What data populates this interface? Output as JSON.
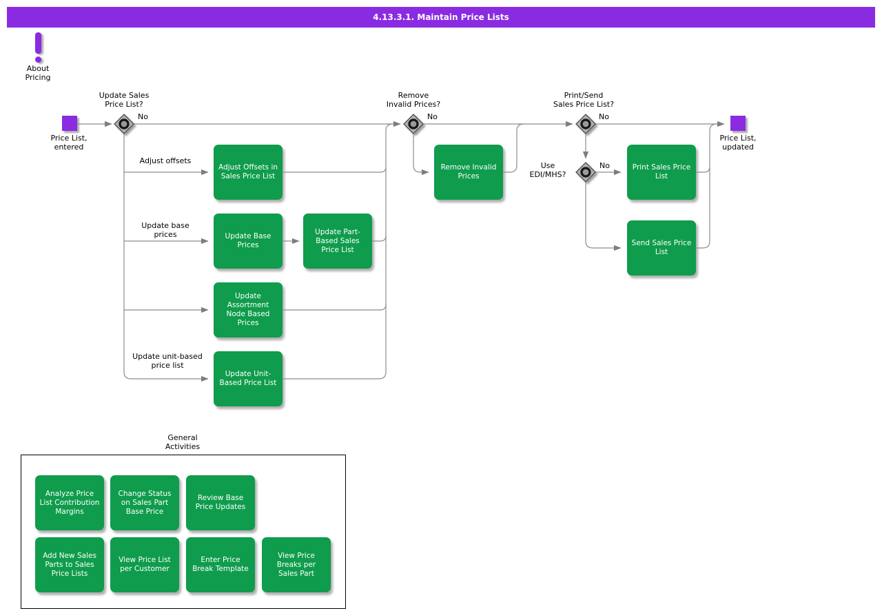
{
  "title": "4.13.3.1. Maintain Price Lists",
  "colors": {
    "purple": "#8A2BE2",
    "green": "#0F9C4C",
    "line": "#8C8C8C"
  },
  "about": {
    "label": "About\nPricing"
  },
  "nodes": {
    "start": {
      "label": "Price List,\nentered"
    },
    "end": {
      "label": "Price List,\nupdated"
    }
  },
  "decisions": [
    {
      "label": "Update Sales\nPrice List?",
      "no": "No"
    },
    {
      "label": "Remove\nInvalid Prices?",
      "no": "No"
    },
    {
      "label": "Print/Send\nSales Price List?",
      "no": "No"
    },
    {
      "label": "Use\nEDI/MHS?",
      "no": "No"
    }
  ],
  "edges": {
    "adjust_offsets": "Adjust offsets",
    "update_base": "Update base\nprices",
    "update_unit": "Update unit-based\nprice list"
  },
  "activities": {
    "adjust_offsets": "Adjust Offsets in\nSales Price List",
    "update_base": "Update Base\nPrices",
    "part_based": "Update Part-\nBased Sales\nPrice List",
    "assortment": "Update\nAssortment\nNode Based\nPrices",
    "unit_based": "Update Unit-\nBased Price List",
    "remove_invalid": "Remove Invalid\nPrices",
    "print_list": "Print Sales Price\nList",
    "send_list": "Send Sales Price\nList"
  },
  "general": {
    "label": "General\nActivities",
    "row1": [
      "Analyze Price\nList Contribution\nMargins",
      "Change Status\non Sales Part\nBase Price",
      "Review Base\nPrice Updates"
    ],
    "row2": [
      "Add New Sales\nParts to Sales\nPrice Lists",
      "View Price List\nper Customer",
      "Enter Price\nBreak Template",
      "View Price\nBreaks per\nSales Part"
    ]
  }
}
